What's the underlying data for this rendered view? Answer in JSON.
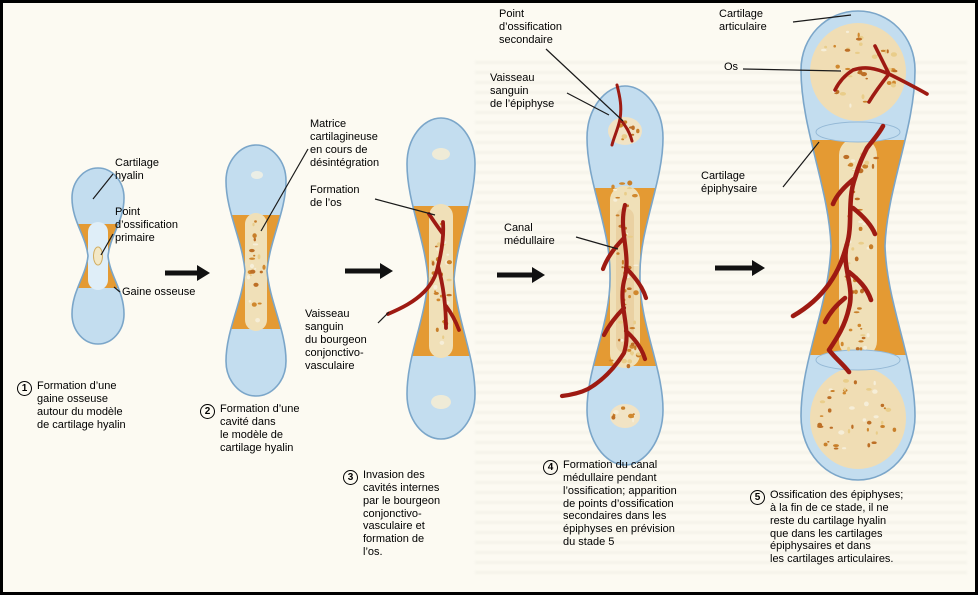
{
  "stages": [
    {
      "num": "1",
      "caption": "Formation d’une\ngaine osseuse\nautour du modèle\nde cartilage hyalin"
    },
    {
      "num": "2",
      "caption": "Formation d’une\ncavité dans\nle modèle de\ncartilage hyalin"
    },
    {
      "num": "3",
      "caption": "Invasion des\ncavités internes\npar le bourgeon\nconjonctivo-\nvasculaire et\nformation de\nl’os."
    },
    {
      "num": "4",
      "caption": "Formation du canal\nmédullaire pendant\nl’ossification; apparition\nde points d’ossification\nsecondaires dans les\népiphyses en prévision\ndu stade 5"
    },
    {
      "num": "5",
      "caption": "Ossification des épiphyses;\nà la fin de ce stade, il ne\nreste du cartilage hyalin\nque dans les cartilages\népiphysaires et dans\nles cartilages articulaires."
    }
  ],
  "labels": {
    "cartilage_hyalin": "Cartilage\nhyalin",
    "point_ossification_primaire": "Point\nd’ossification\nprimaire",
    "gaine_osseuse": "Gaine osseuse",
    "matrice_cartilagineuse": "Matrice\ncartilagineuse\nen cours de\ndésintégration",
    "formation_os": "Formation\nde l’os",
    "vaisseau_bourgeon": "Vaisseau\nsanguin\ndu bourgeon\nconjonctivo-\nvasculaire",
    "point_ossification_secondaire": "Point\nd’ossification\nsecondaire",
    "vaisseau_epiphyse": "Vaisseau\nsanguin\nde l’épiphyse",
    "canal_medullaire": "Canal\nmédullaire",
    "cartilage_articulaire": "Cartilage\narticulaire",
    "os": "Os",
    "cartilage_epiphysaire": "Cartilage\népiphysaire"
  },
  "colors": {
    "cartilage_blue": "#c3ddef",
    "bone_collar_orange": "#e49a33",
    "marrow_cream": "#f0e0b8",
    "vessel_red": "#9e1a12",
    "ink": "#111111",
    "paper": "#fcfaf2"
  }
}
